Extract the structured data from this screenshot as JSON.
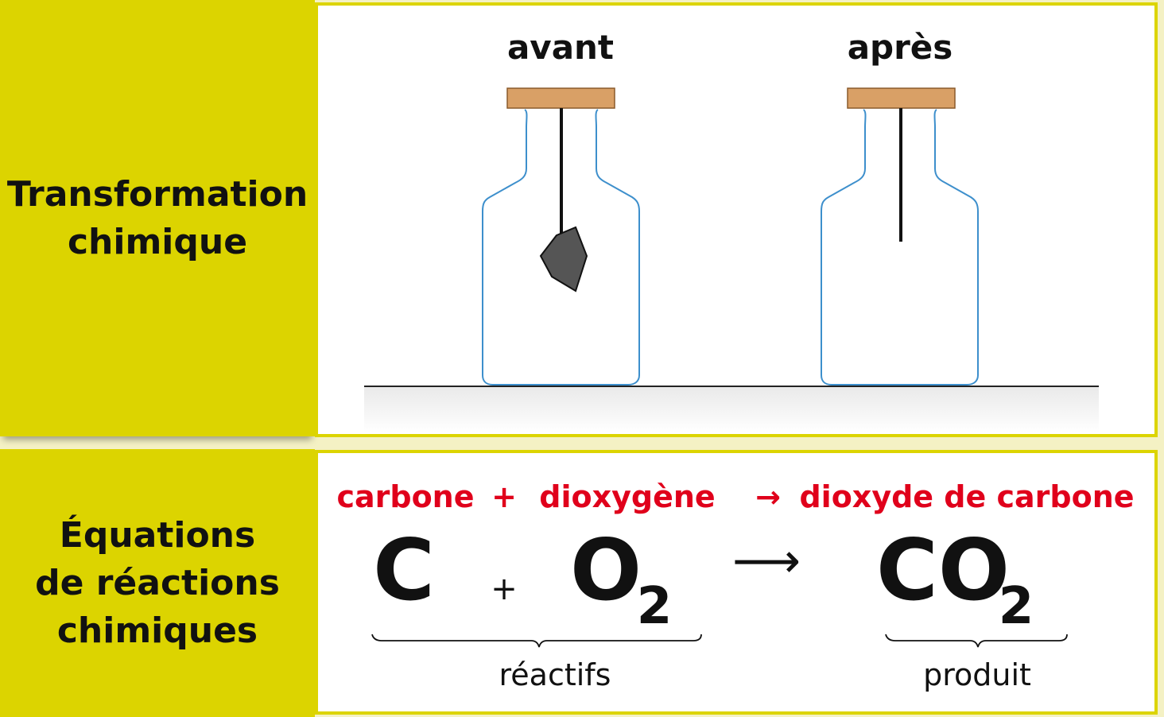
{
  "rows": {
    "transformation": {
      "label_line1": "Transformation",
      "label_line2": "chimique"
    },
    "equations": {
      "label_line1": "Équations",
      "label_line2": "de réactions",
      "label_line3": "chimiques"
    }
  },
  "flasks": {
    "before_label": "avant",
    "after_label": "après"
  },
  "equation": {
    "words": {
      "reactant1": "carbone",
      "plus": "+",
      "reactant2": "dioxygène",
      "arrow": "→",
      "product": "dioxyde de carbone"
    },
    "formula": {
      "reactant1": "C",
      "plus": "+",
      "reactant2": "O",
      "reactant2_sub": "2",
      "arrow": "⟶",
      "product": "CO",
      "product_sub": "2"
    },
    "reactants_caption": "réactifs",
    "product_caption": "produit"
  },
  "colors": {
    "label_bg": "#dcd400",
    "word_equation": "#e0001b",
    "flask_outline": "#3d8fcc",
    "stopper": "#d9a066",
    "coal": "#555555"
  }
}
